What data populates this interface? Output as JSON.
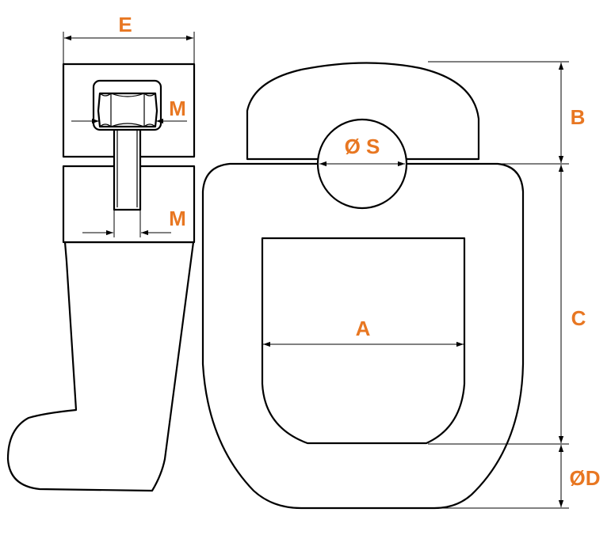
{
  "labels": {
    "E": "E",
    "M_top": "M",
    "M_bottom": "M",
    "S": "Ø S",
    "A": "A",
    "B": "B",
    "C": "C",
    "D": "ØD"
  },
  "colors": {
    "label": "#E87722",
    "line": "#000000",
    "background": "#ffffff"
  }
}
